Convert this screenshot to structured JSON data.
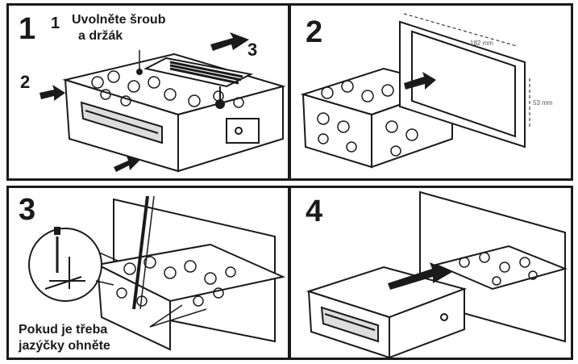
{
  "panels": [
    {
      "step": "1",
      "callouts": [
        "1",
        "2",
        "3"
      ],
      "text": [
        "Uvolněte šroub",
        "a držák"
      ]
    },
    {
      "step": "2",
      "dimensions": [
        "182 mm",
        "53 mm"
      ]
    },
    {
      "step": "3",
      "text": [
        "Pokud je třeba",
        "jazýčky ohněte"
      ]
    },
    {
      "step": "4"
    }
  ],
  "colors": {
    "ink": "#1a1a1a",
    "paper": "#ffffff"
  }
}
